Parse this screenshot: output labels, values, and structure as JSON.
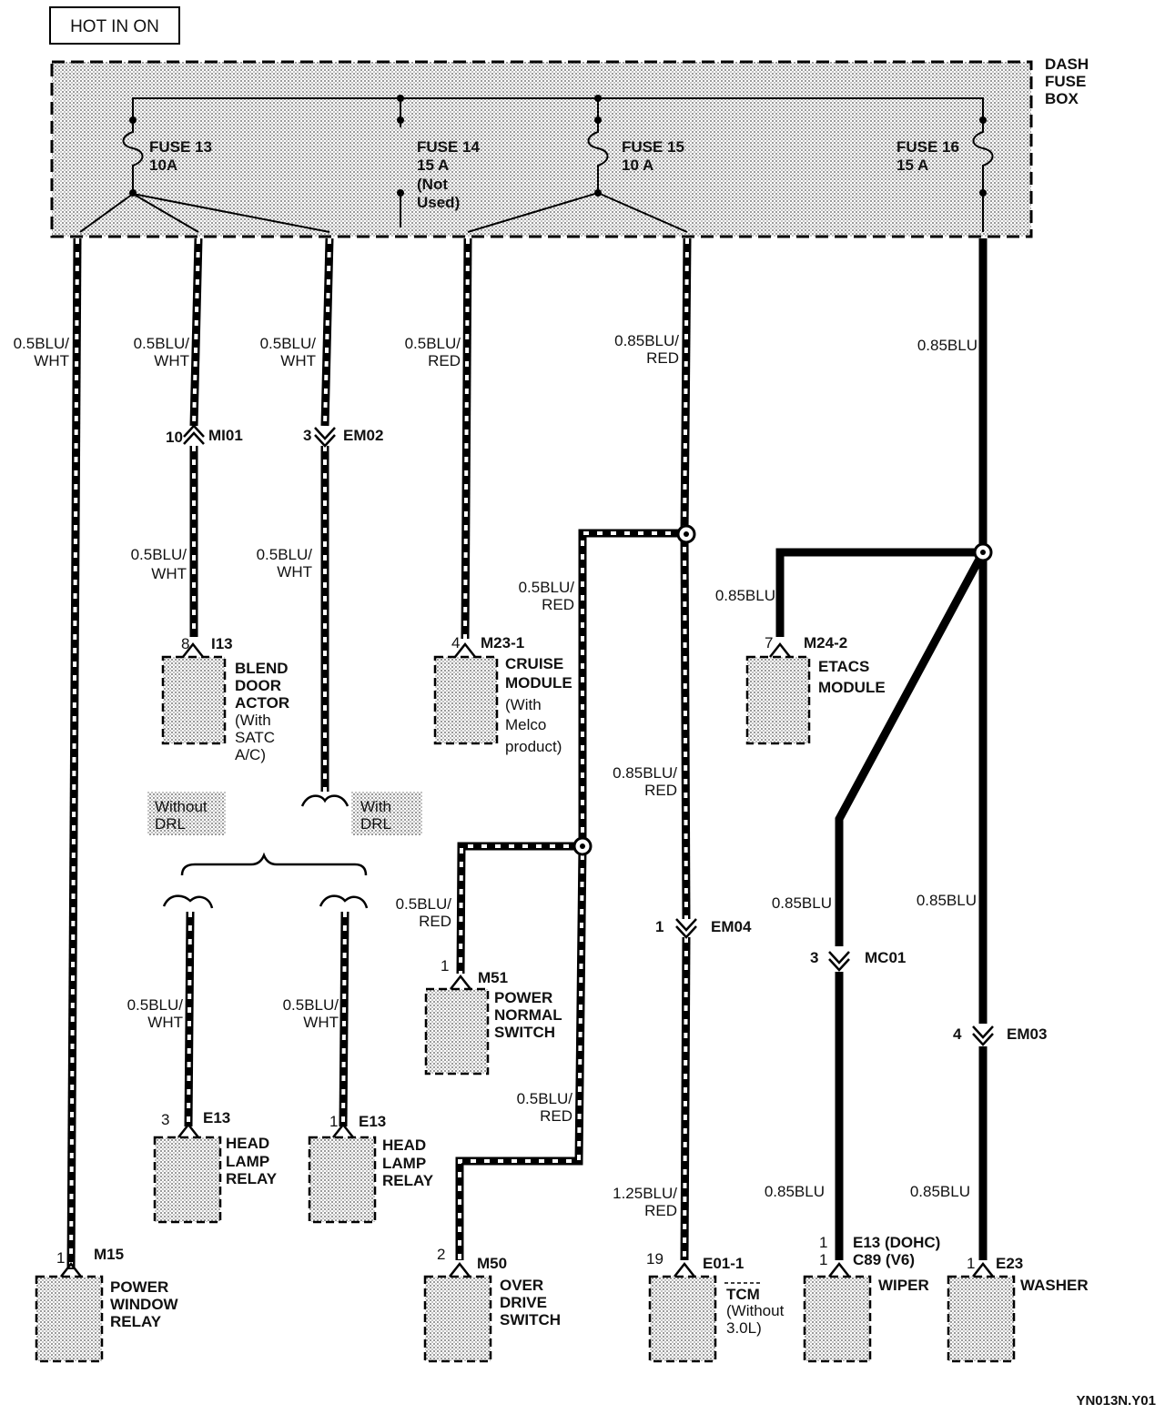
{
  "header": {
    "title": "HOT IN ON"
  },
  "dash_fuse_box": {
    "label_lines": [
      "DASH",
      "FUSE",
      "BOX"
    ]
  },
  "fuses": [
    {
      "name": "FUSE 13",
      "rating": "10A",
      "note": []
    },
    {
      "name": "FUSE 14",
      "rating": "15 A",
      "note": [
        "(Not",
        "Used)"
      ]
    },
    {
      "name": "FUSE 15",
      "rating": "10 A",
      "note": []
    },
    {
      "name": "FUSE 16",
      "rating": "15 A",
      "note": []
    }
  ],
  "wire_labels": [
    {
      "lines": [
        "0.5BLU/",
        "WHT"
      ]
    },
    {
      "lines": [
        "0.5BLU/",
        "WHT"
      ]
    },
    {
      "lines": [
        "0.5BLU/",
        "WHT"
      ]
    },
    {
      "lines": [
        "0.5BLU/",
        "RED"
      ]
    },
    {
      "lines": [
        "0.85BLU/",
        "RED"
      ]
    },
    {
      "lines": [
        "0.85BLU"
      ]
    },
    {
      "lines": [
        "0.5BLU/",
        "WHT"
      ]
    },
    {
      "lines": [
        "0.5BLU/",
        "WHT"
      ]
    },
    {
      "lines": [
        "0.5BLU/",
        "RED"
      ]
    },
    {
      "lines": [
        "0.85BLU"
      ]
    },
    {
      "lines": [
        "0.85BLU/",
        "RED"
      ]
    },
    {
      "lines": [
        "0.5BLU/",
        "RED"
      ]
    },
    {
      "lines": [
        "0.85BLU"
      ]
    },
    {
      "lines": [
        "0.85BLU"
      ]
    },
    {
      "lines": [
        "0.5BLU/",
        "WHT"
      ]
    },
    {
      "lines": [
        "0.5BLU/",
        "WHT"
      ]
    },
    {
      "lines": [
        "0.5BLU/",
        "RED"
      ]
    },
    {
      "lines": [
        "1.25BLU/",
        "RED"
      ]
    },
    {
      "lines": [
        "0.85BLU"
      ]
    },
    {
      "lines": [
        "0.85BLU"
      ]
    }
  ],
  "connectors": [
    {
      "pin": "10",
      "name": "MI01"
    },
    {
      "pin": "3",
      "name": "EM02"
    },
    {
      "pin": "1",
      "name": "EM04"
    },
    {
      "pin": "3",
      "name": "MC01"
    },
    {
      "pin": "4",
      "name": "EM03"
    }
  ],
  "drl_options": {
    "without": [
      "Without",
      "DRL"
    ],
    "with": [
      "With",
      "DRL"
    ]
  },
  "components": [
    {
      "pin": "8",
      "connector": "I13",
      "label": [
        "BLEND",
        "DOOR",
        "ACTOR"
      ],
      "note": [
        "(With",
        "SATC",
        "A/C)"
      ]
    },
    {
      "pin": "4",
      "connector": "M23-1",
      "label": [
        "CRUISE",
        "MODULE"
      ],
      "note": [
        "(With",
        "Melco",
        "product)"
      ]
    },
    {
      "pin": "7",
      "connector": "M24-2",
      "label": [
        "ETACS",
        "MODULE"
      ],
      "note": []
    },
    {
      "pin": "1",
      "connector": "M51",
      "label": [
        "POWER",
        "NORMAL",
        "SWITCH"
      ],
      "note": []
    },
    {
      "pin": "3",
      "connector": "E13",
      "label": [
        "HEAD",
        "LAMP",
        "RELAY"
      ],
      "note": []
    },
    {
      "pin": "1",
      "connector": "E13",
      "label": [
        "HEAD",
        "LAMP",
        "RELAY"
      ],
      "note": []
    },
    {
      "pin": "1",
      "connector": "M15",
      "label": [
        "POWER",
        "WINDOW",
        "RELAY"
      ],
      "note": []
    },
    {
      "pin": "2",
      "connector": "M50",
      "label": [
        "OVER",
        "DRIVE",
        "SWITCH"
      ],
      "note": []
    },
    {
      "pin": "19",
      "connector": "E01-1",
      "label": [
        "TCM"
      ],
      "note": [
        "(Without",
        "3.0L)"
      ]
    },
    {
      "pin": "1",
      "pin2": "1",
      "connector": "E13 (DOHC)",
      "connector2": "C89 (V6)",
      "label": [
        "WIPER"
      ],
      "note": []
    },
    {
      "pin": "1",
      "connector": "E23",
      "label": [
        "WASHER"
      ],
      "note": []
    }
  ],
  "footer": {
    "code": "YN013N.Y01"
  }
}
